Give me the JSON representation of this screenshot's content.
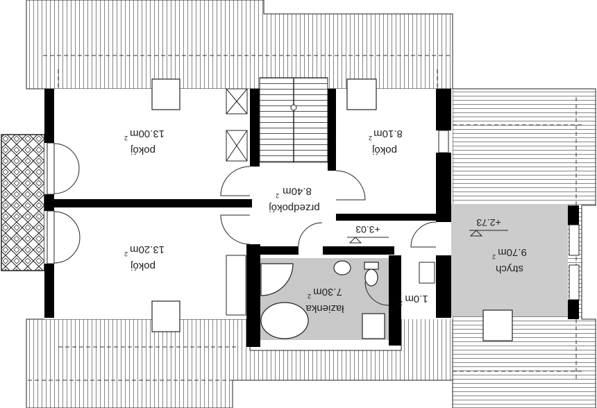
{
  "rooms": {
    "room_nw": {
      "name": "pokój",
      "area": "13.00m",
      "exp": "2"
    },
    "room_sw": {
      "name": "pokój",
      "area": "13.20m",
      "exp": "2"
    },
    "room_ne": {
      "name": "pokój",
      "area": "8.10m",
      "exp": "2"
    },
    "hall": {
      "name": "przedpokój",
      "area": "8.40m",
      "exp": "2"
    },
    "bathroom": {
      "name": "łazienka",
      "area": "7.30m",
      "exp": "2"
    },
    "wc": {
      "name": "",
      "area": "1.0m",
      "exp": "2"
    },
    "attic": {
      "name": "strych",
      "area": "9.70m",
      "exp": "2"
    }
  },
  "levels": {
    "floor_level": "+3.03",
    "attic_level": "+2.73"
  },
  "colors": {
    "wall": "#000000",
    "roof_hatch": "#555555",
    "bathroom_fill": "#c8c8c8",
    "attic_fill": "#cccccc",
    "balcony_hatch": "#444444"
  }
}
